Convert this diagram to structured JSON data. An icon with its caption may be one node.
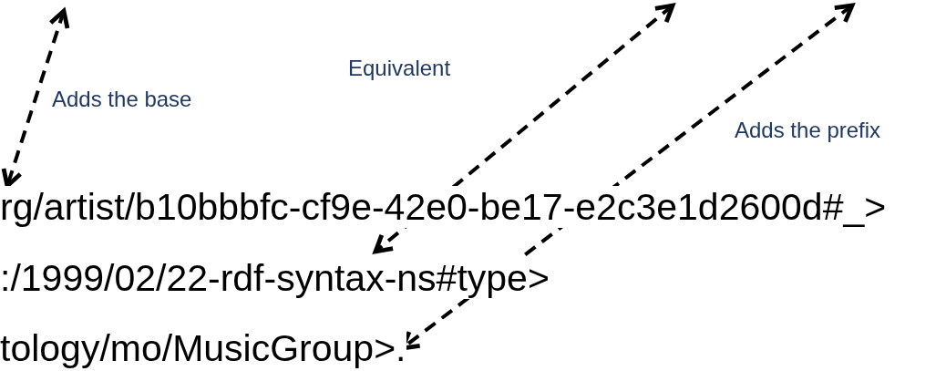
{
  "diagram": {
    "nodes": [
      {
        "text": [
          "rg/artist/b10bbbfc-cf9e-42e0-be17-e2c3e1d2600d#_>"
        ]
      },
      {
        "text": [
          ":/1999/02/22-rdf-syntax-ns#type>"
        ]
      },
      {
        "text": [
          "tology/mo/MusicGroup>."
        ]
      }
    ],
    "edges": [
      {
        "from": null,
        "to": 0,
        "arrow": "both",
        "style": "dashed"
      },
      {
        "from": null,
        "to": 1,
        "arrow": "both",
        "style": "dashed"
      },
      {
        "from": null,
        "to": 2,
        "arrow": "both",
        "style": "dashed"
      }
    ],
    "labels": [
      "Equivalent",
      "Adds the base",
      "Adds the prefix"
    ]
  }
}
